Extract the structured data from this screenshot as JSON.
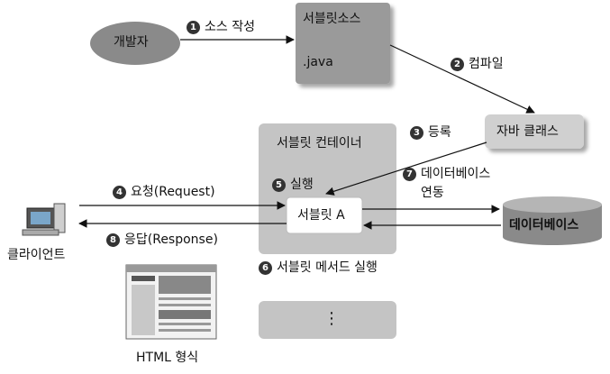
{
  "developer": {
    "label": "개발자"
  },
  "servlet_source": {
    "title": "서블릿소스",
    "ext": ".java"
  },
  "java_class": {
    "label": "자바 클래스"
  },
  "container": {
    "title": "서블릿 컨테이너",
    "servlet": "서블릿 A",
    "ellipsis": "⋮"
  },
  "database": {
    "label": "데이터베이스"
  },
  "client": {
    "label": "클라이언트"
  },
  "html_form": {
    "label": "HTML 형식"
  },
  "steps": [
    {
      "num": "1",
      "text": "소스 작성"
    },
    {
      "num": "2",
      "text": "컴파일"
    },
    {
      "num": "3",
      "text": "등록"
    },
    {
      "num": "4",
      "text": "요청(Request)"
    },
    {
      "num": "5",
      "text": "실행"
    },
    {
      "num": "6",
      "text": "서블릿 메서드 실행"
    },
    {
      "num": "7",
      "text": "데이터베이스"
    },
    {
      "num": "8",
      "text": "응답(Response)"
    }
  ],
  "step7_line2": "연동"
}
